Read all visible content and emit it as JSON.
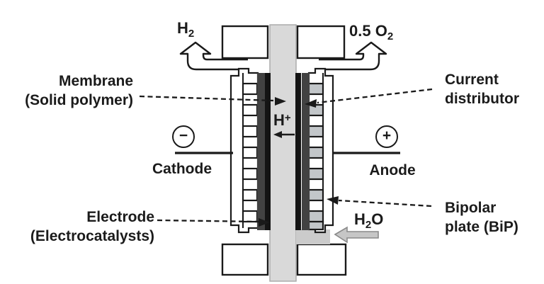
{
  "colors": {
    "line": "#1a1a1a",
    "text": "#1b1b1b",
    "background": "#ffffff",
    "membrane_fill": "#d9d9d9",
    "electrode_fill": "#141414",
    "distributor_fill": "#424242",
    "channel_fill": "#c2c6c9",
    "inlet_fill": "#cbcbcb",
    "water_arrow_fill": "#c6c6c6",
    "water_arrow_outline": "#8a8a8a"
  },
  "labels": {
    "hydrogen": {
      "base": "H",
      "sub": "2"
    },
    "oxygen": {
      "base": "0.5 O",
      "sub": "2"
    },
    "membrane": {
      "line1": "Membrane",
      "line2": "(Solid polymer)"
    },
    "current_distributor": {
      "line1": "Current",
      "line2": "distributor"
    },
    "electrode": {
      "line1": "Electrode",
      "line2": "(Electrocatalysts)"
    },
    "bipolar_plate": {
      "line1": "Bipolar",
      "line2": "plate (BiP)"
    },
    "cathode": "Cathode",
    "anode": "Anode",
    "proton": {
      "base": "H",
      "sup": "+"
    },
    "water": {
      "base": "H",
      "sub": "2",
      "tail": "O"
    },
    "negative_terminal": "−",
    "positive_terminal": "+"
  }
}
